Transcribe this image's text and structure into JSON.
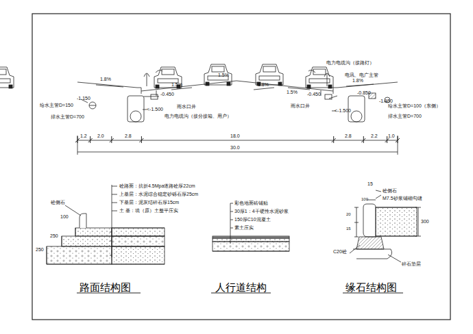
{
  "diagram": {
    "labels": [
      "1.8%",
      "1.5%",
      "1.5%",
      "1.8%",
      "1.5%",
      "1.8%",
      "-0.450",
      "雨水口井",
      "-1.150",
      "给水主管D=150",
      "<-1.500",
      "排水主管D=700",
      "电力电缆沟（接分接箱、用户）",
      "电力电缆沟（接路灯）",
      "电讯、电广主管",
      "-0.850",
      "-1.150",
      "给水主管D=100（东侧）",
      "-0.450",
      "雨水口井",
      "<-1.500",
      "排水主管D=700",
      "1.2",
      "2.0",
      "2.8",
      "18.0",
      "2.8",
      "2.2",
      "1.0",
      "30.0",
      "砼侧石",
      "100",
      "250",
      "250",
      "砼路面：抗折4.5Mpa道路砼厚22cm",
      "上基层：水泥综合稳定砂砾石厚25cm",
      "下基层：泥灰结碎石厚15cm",
      "土  基：填（原）土整平压实",
      "路面结构图",
      "彩色地面砖铺贴",
      "30厚1：4干硬性水泥砂浆",
      "150厚C10混凝土",
      "素土压实",
      "人行道结构",
      "15",
      "砼侧石",
      "M7.5砂浆铺砌勾缝",
      "100",
      "300",
      "20",
      "15",
      "C20砼",
      "碎石垫层",
      "缘石结构图"
    ]
  }
}
